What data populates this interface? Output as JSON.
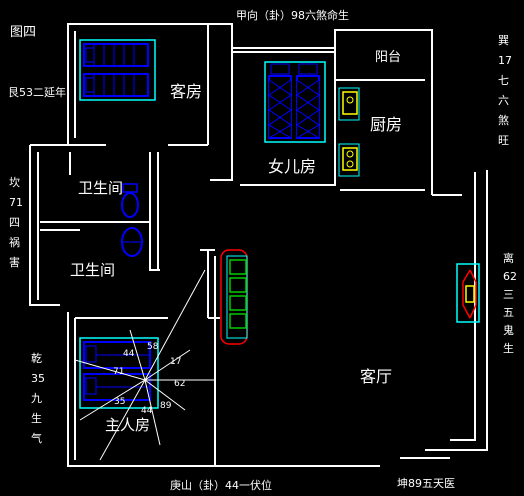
{
  "figure_label": "图四",
  "rooms": {
    "guest_room": "客房",
    "daughter_room": "女儿房",
    "balcony": "阳台",
    "kitchen": "厨房",
    "bathroom_1": "卫生间",
    "bathroom_2": "卫生间",
    "living_room": "客厅",
    "master_bedroom": "主人房"
  },
  "edge_labels": {
    "top": "甲向（卦）98六煞命生",
    "bottom": "庚山（卦）44一伏位",
    "bottom_right": "坤89五天医",
    "left_upper": "艮53二延年",
    "left_middle": [
      "坎",
      "71",
      "四",
      "祸",
      "害"
    ],
    "left_lower": [
      "乾",
      "35",
      "九",
      "生",
      "气"
    ],
    "right_upper": [
      "巽",
      "17",
      "七",
      "六",
      "煞",
      "旺"
    ],
    "right_lower": [
      "离",
      "62",
      "三",
      "五",
      "鬼",
      "生"
    ]
  },
  "master_room_numbers": {
    "n44_top": "44",
    "n58": "58",
    "n17": "17",
    "n71": "71",
    "n62": "62",
    "n35": "35",
    "n44_bottom": "44",
    "n89": "89"
  },
  "colors": {
    "background": "#000000",
    "wall": "#ffffff",
    "bed": "#0000ff",
    "frame": "#00ffff",
    "plant": "#00cc00",
    "sofa_outline": "#ff0000",
    "fireplace": "#ffff00",
    "fixture": "#ffff00"
  }
}
